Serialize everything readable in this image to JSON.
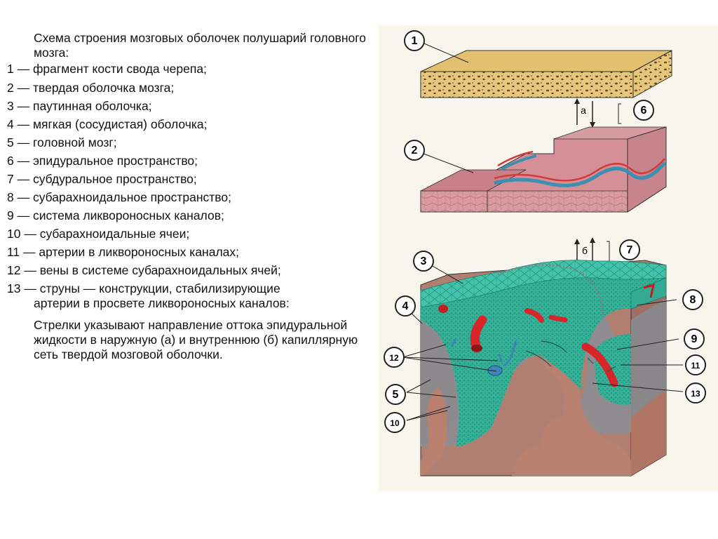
{
  "title": "Схема строения мозговых оболочек полушарий головного мозга:",
  "legend": [
    {
      "num": "1 —",
      "text": "фрагмент кости свода черепа;"
    },
    {
      "num": "2 —",
      "text": "твердая оболочка мозга;"
    },
    {
      "num": "3 —",
      "text": "паутинная оболочка;"
    },
    {
      "num": "4 —",
      "text": "мягкая (сосудистая) оболочка;"
    },
    {
      "num": "5 —",
      "text": "головной мозг;"
    },
    {
      "num": "6 —",
      "text": "эпидуральное пространство;"
    },
    {
      "num": "7 —",
      "text": "субдуральное пространство;"
    },
    {
      "num": "8 —",
      "text": "субарахноидальное пространство;"
    },
    {
      "num": "9 —",
      "text": "система ликвороносных каналов;"
    },
    {
      "num": "10 —",
      "text": "субарахноидальные ячеи;"
    },
    {
      "num": "11 —",
      "text": "артерии в ликвороносных каналах;"
    },
    {
      "num": "12 —",
      "text": "вены в системе субарахноидальных ячей;"
    },
    {
      "num": "13 —",
      "text": "струны — конструкции, стабилизирующие",
      "cont": "артерии в просвете ликвороносных каналов:"
    }
  ],
  "note": "Стрелки указывают направление оттока эпидуральной жидкости в наружную (а) и внутреннюю (б) капиллярную сеть твердой мозговой оболочки.",
  "figure": {
    "labels": [
      "1",
      "2",
      "3",
      "4",
      "5",
      "6",
      "7",
      "8",
      "9",
      "10",
      "11",
      "12",
      "13"
    ],
    "arrow_a": "а",
    "arrow_b": "б"
  },
  "colors": {
    "bone": "#e3c579",
    "dura": "#d9939a",
    "arachnoid": "#3fbfa6",
    "brain_gray": "#8f8c8f",
    "brain_brown": "#b9806f",
    "artery": "#d8252a",
    "vein": "#3f86b6",
    "figure_bg": "#f7f5ec"
  }
}
